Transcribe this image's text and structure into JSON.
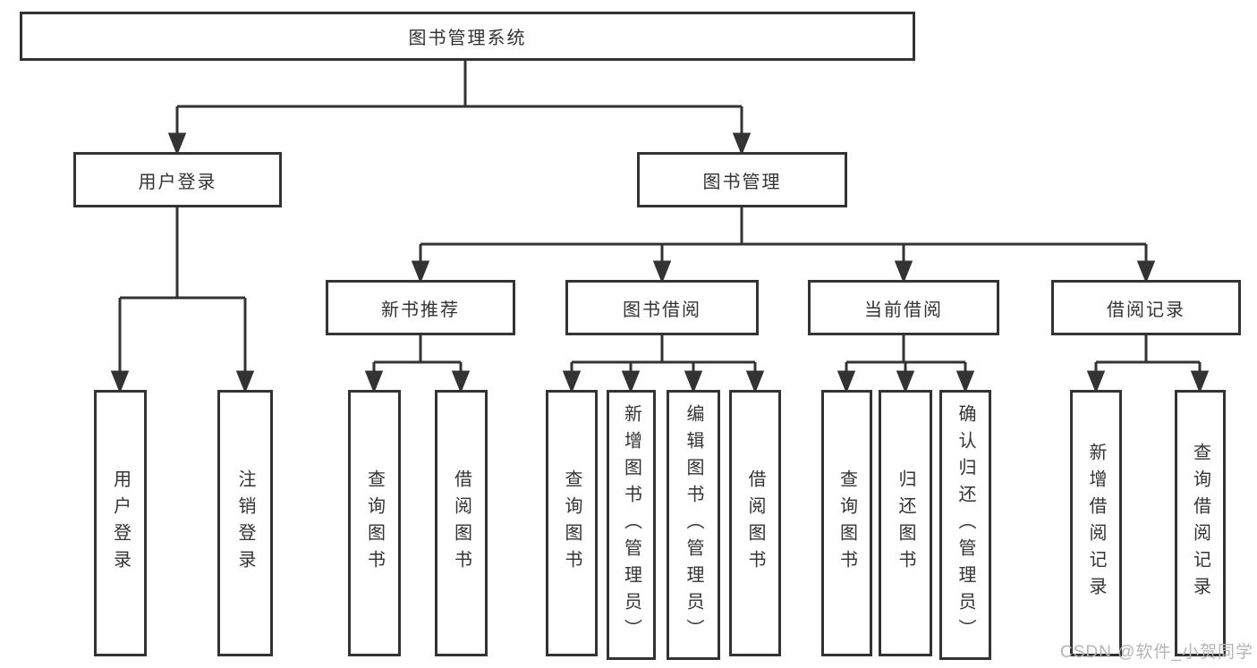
{
  "diagram": {
    "title": "图书管理系统",
    "root": {
      "label": "图书管理系统"
    },
    "level2": [
      {
        "label": "用户登录"
      },
      {
        "label": "图书管理"
      }
    ],
    "level3": [
      {
        "label": "新书推荐",
        "parent": "图书管理"
      },
      {
        "label": "图书借阅",
        "parent": "图书管理"
      },
      {
        "label": "当前借阅",
        "parent": "图书管理"
      },
      {
        "label": "借阅记录",
        "parent": "图书管理"
      }
    ],
    "leaves": [
      {
        "label": "用户登录",
        "parent": "用户登录"
      },
      {
        "label": "注销登录",
        "parent": "用户登录"
      },
      {
        "label": "查询图书",
        "parent": "新书推荐"
      },
      {
        "label": "借阅图书",
        "parent": "新书推荐"
      },
      {
        "label": "查询图书",
        "parent": "图书借阅"
      },
      {
        "label": "新增图书（管理员）",
        "parent": "图书借阅"
      },
      {
        "label": "编辑图书（管理员）",
        "parent": "图书借阅"
      },
      {
        "label": "借阅图书",
        "parent": "图书借阅"
      },
      {
        "label": "查询图书",
        "parent": "当前借阅"
      },
      {
        "label": "归还图书",
        "parent": "当前借阅"
      },
      {
        "label": "确认归还（管理员）",
        "parent": "当前借阅"
      },
      {
        "label": "新增借阅记录",
        "parent": "借阅记录"
      },
      {
        "label": "查询借阅记录",
        "parent": "借阅记录"
      }
    ]
  },
  "watermark": {
    "text": "CSDN @软件_小贺同学"
  },
  "colors": {
    "line": "#333333",
    "box_border": "#333333",
    "box_fill": "#ffffff",
    "text": "#333333",
    "background": "#ffffff",
    "watermark": "#b5b5b5"
  }
}
